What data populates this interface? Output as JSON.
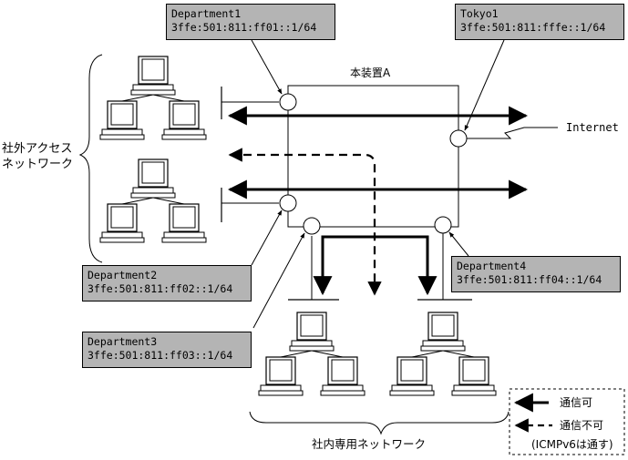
{
  "device": {
    "name": "本装置A"
  },
  "internet_label": "Internet",
  "external_network_label": "社外アクセスネットワーク",
  "internal_network_label": "社内専用ネットワーク",
  "interfaces": [
    {
      "name": "Department1",
      "address": "3ffe:501:811:ff01::1/64"
    },
    {
      "name": "Tokyo1",
      "address": "3ffe:501:811:fffe::1/64"
    },
    {
      "name": "Department2",
      "address": "3ffe:501:811:ff02::1/64"
    },
    {
      "name": "Department3",
      "address": "3ffe:501:811:ff03::1/64"
    },
    {
      "name": "Department4",
      "address": "3ffe:501:811:ff04::1/64"
    }
  ],
  "legend": {
    "allowed": "通信可",
    "denied": "通信不可",
    "note": "(ICMPv6は通す)"
  }
}
